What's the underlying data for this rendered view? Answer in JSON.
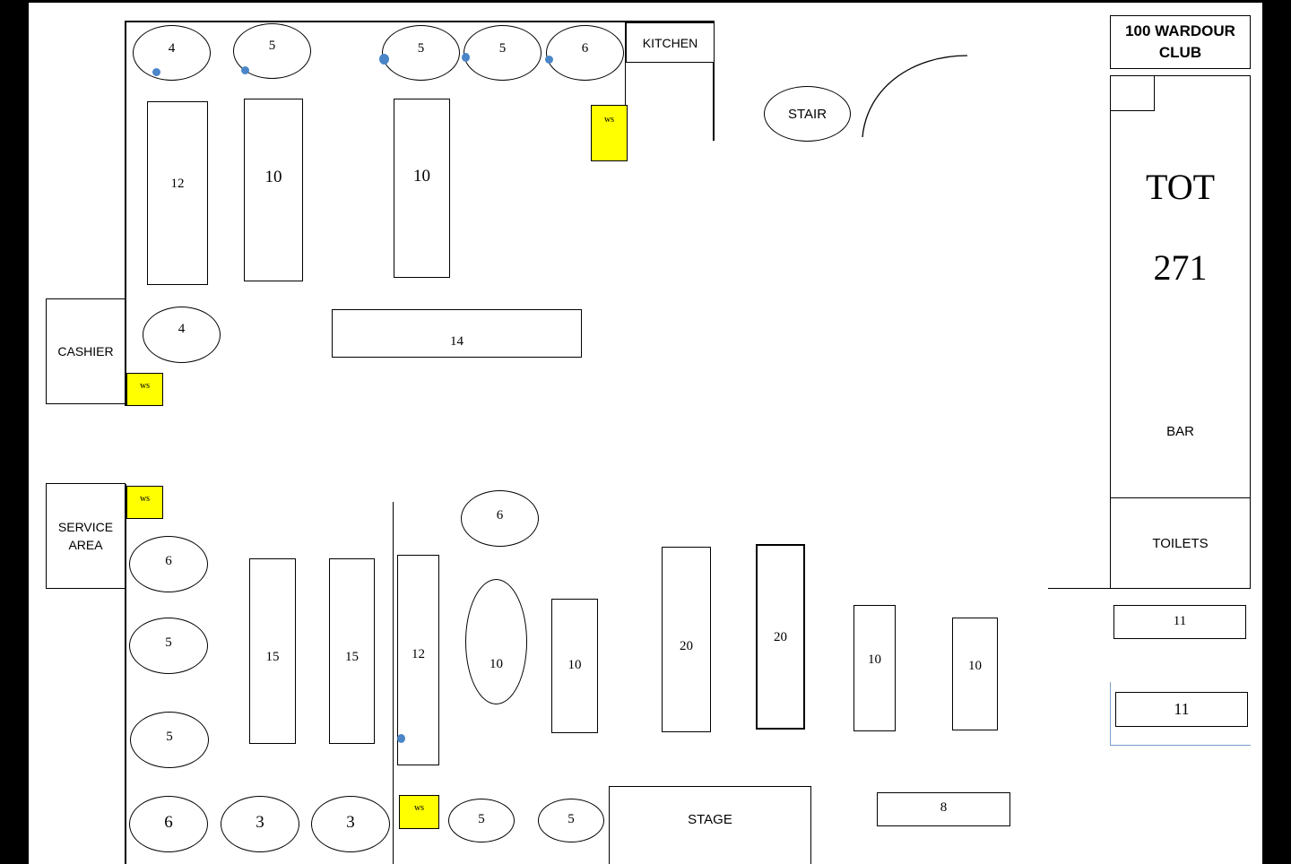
{
  "header": {
    "club_line1": "100 WARDOUR",
    "club_line2": "CLUB"
  },
  "zones": {
    "kitchen": "KITCHEN",
    "stairs": "STAIR",
    "cashier": "CASHIER",
    "service_line1": "SERVICE",
    "service_line2": "AREA",
    "bar": "BAR",
    "toilets": "TOILETS",
    "stage": "STAGE"
  },
  "total": {
    "label": "TOT",
    "value": "271"
  },
  "waiter_station": "ws",
  "tables": {
    "t1": "4",
    "t2": "5",
    "t3": "5",
    "t4": "5",
    "t5": "6",
    "t6": "12",
    "t7": "10",
    "t8": "10",
    "t9": "4",
    "t10": "14",
    "t11": "6",
    "t12": "6",
    "t13": "5",
    "t14": "5",
    "t15": "15",
    "t16": "15",
    "t17": "12",
    "t18": "10",
    "t19": "10",
    "t20": "20",
    "t21": "20",
    "t22": "10",
    "t23": "10",
    "t24": "11",
    "t25": "11",
    "t26": "6",
    "t27": "3",
    "t28": "3",
    "t29": "5",
    "t30": "5",
    "t31": "8"
  }
}
